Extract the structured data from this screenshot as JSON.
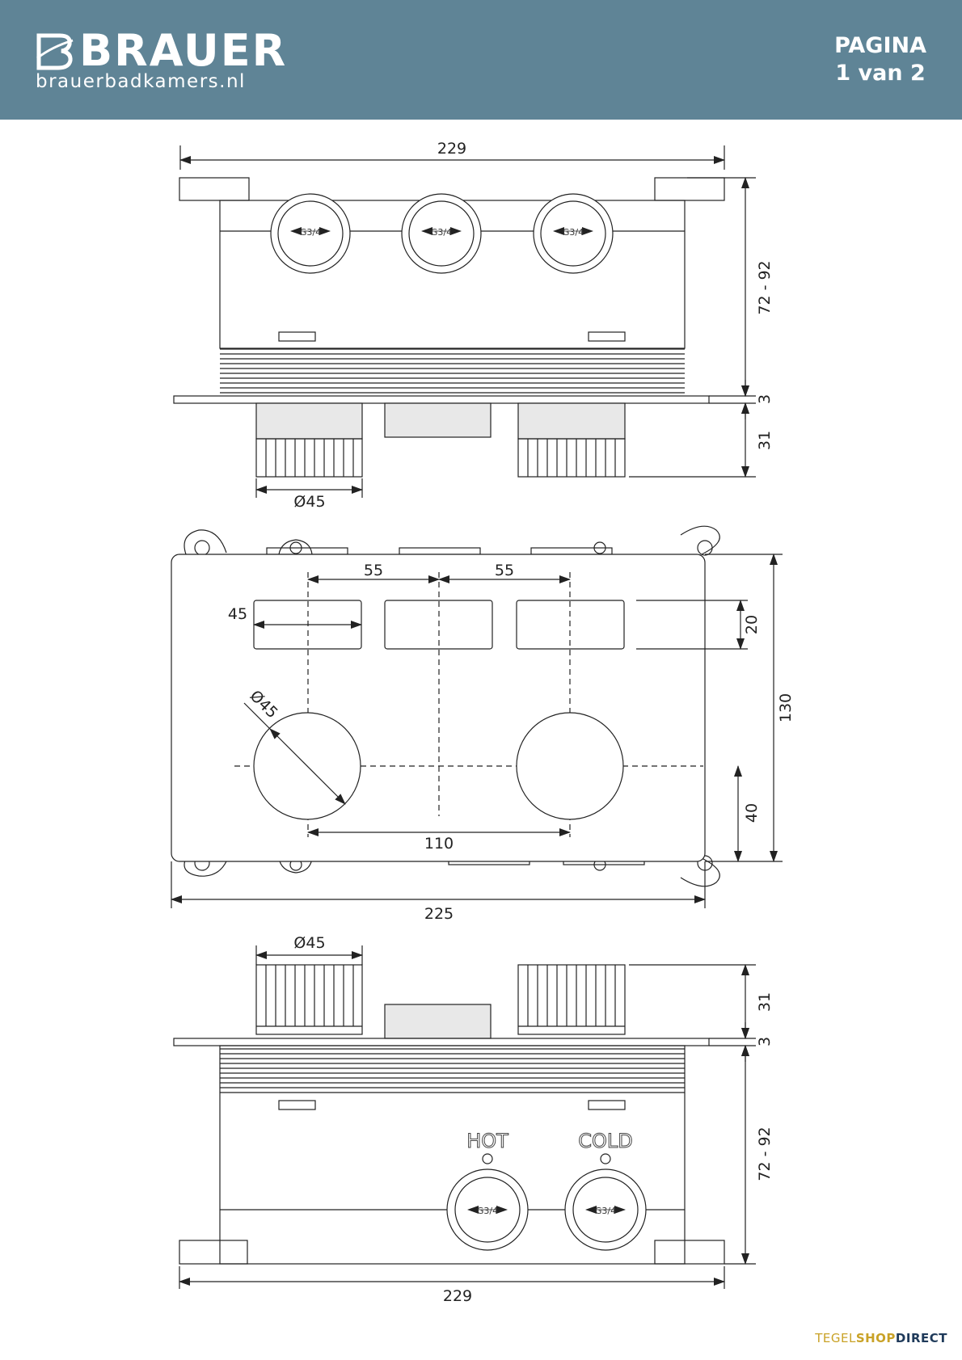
{
  "header": {
    "brand_name": "BRAUER",
    "brand_url": "brauerbadkamers.nl",
    "page_label_line1": "PAGINA",
    "page_label_line2": "1 van 2",
    "bg_color": "#5f8496"
  },
  "drawing": {
    "top_view": {
      "width_label": "229",
      "depth_label": "72 - 92",
      "plate_label": "3",
      "knob_height_label": "31",
      "knob_diameter_label": "Ø45",
      "port_label": "G3/4"
    },
    "front_view": {
      "spacing_label_1": "55",
      "spacing_label_2": "55",
      "slot_width_label": "45",
      "slot_height_label": "20",
      "height_label": "130",
      "knob_diameter_label": "Ø45",
      "knob_offset_label": "40",
      "knob_spacing_label": "110",
      "width_label": "225"
    },
    "bottom_view": {
      "knob_diameter_label": "Ø45",
      "knob_height_label": "31",
      "plate_label": "3",
      "depth_label": "72 - 92",
      "width_label": "229",
      "port_label": "G3/4",
      "hot_label": "HOT",
      "cold_label": "COLD"
    }
  },
  "footer": {
    "part1": "TEGEL",
    "part2": "SHOP",
    "part3": "DIRECT",
    "color1": "#c9a227",
    "color2": "#c9a227",
    "color3": "#1f3a5a"
  }
}
